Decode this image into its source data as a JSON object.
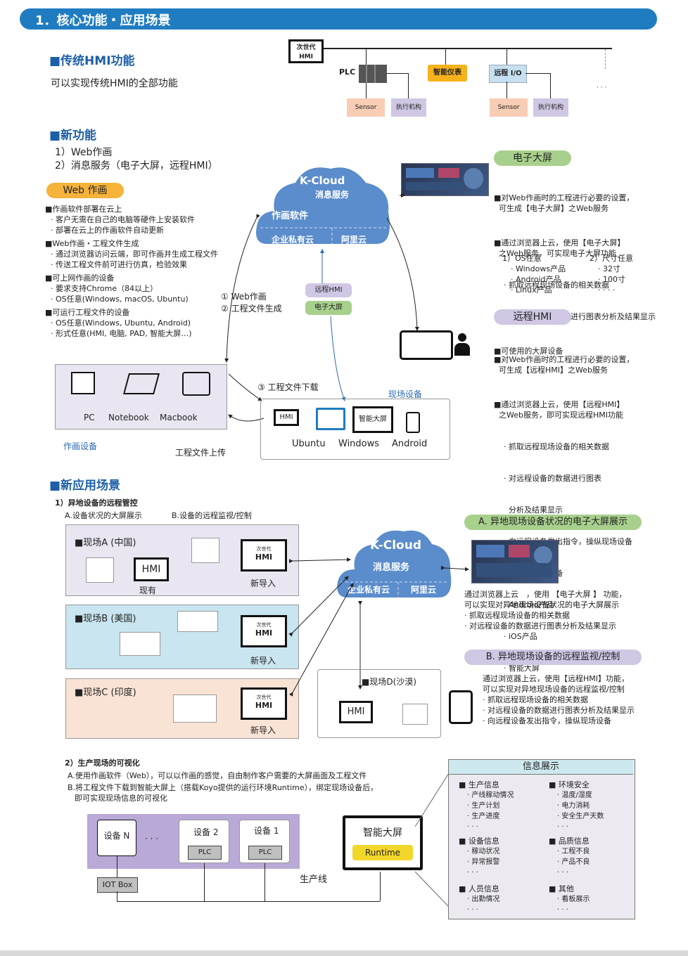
{
  "header": {
    "title": "1．核心功能・应用场景"
  },
  "traditional": {
    "title": "■传统HMI功能",
    "desc": "可以实现传统HMI的全部功能",
    "hmi_label": "次世代\nHMI",
    "plc": "PLC",
    "smart_meter": "智能仪表",
    "remote_io": "远程 I/O",
    "sensor1": "Sensor",
    "actuator1": "执行机构",
    "sensor2": "Sensor",
    "actuator2": "执行机构",
    "dots": "· · ·"
  },
  "newfunc": {
    "title": "■新功能",
    "item1": "1）Web作画",
    "item2": "2）消息服务（电子大屏，远程HMI）",
    "web_pill": "Web 作画",
    "g1_title": "■作画软件部署在云上",
    "g1": [
      "· 客户无需在自己的电脑等硬件上安装软件",
      "· 部署在云上的作画软件自动更新"
    ],
    "g2_title": "■Web作画・工程文件生成",
    "g2": [
      "· 通过浏览器访问云端，即可作画并生成工程文件",
      "· 传送工程文件前可进行仿真，检验效果"
    ],
    "g3_title": "■可上网作画的设备",
    "g3": [
      "· 要求支持Chrome（84以上）",
      "· OS任意(Windows, macOS, Ubuntu)"
    ],
    "g4_title": "■可运行工程文件的设备",
    "g4": [
      "· OS任意(Windows, Ubuntu, Android)",
      "· 形式任意(HMI, 电脑, PAD, 智能大屏…)"
    ],
    "cloud_title": "K-Cloud",
    "cloud_sub": "消息服务",
    "cloud_soft": "作画软件",
    "cloud_priv": "企业私有云",
    "cloud_ali": "阿里云",
    "step1": "① Web作画",
    "step2": "② 工程文件生成",
    "step3": "③ 工程文件下载",
    "upload": "工程文件上传",
    "tag_remote": "远程HMI",
    "tag_screen": "电子大屏",
    "pc": "PC",
    "notebook": "Notebook",
    "macbook": "Macbook",
    "draw_dev": "作画设备",
    "field_dev": "现场设备",
    "f_hmi": "HMI",
    "f_screen": "智能大屏",
    "ubuntu": "Ubuntu",
    "windows": "Windows",
    "android": "Android"
  },
  "screen_panel": {
    "pill": "电子大屏",
    "p1": "■对Web作画时的工程进行必要的设置，\n  可生成【电子大屏】之Web服务",
    "p2": "■通过浏览器上云，使用【电子大屏】\n  之Web服务，可实现电子大屏功能",
    "p2a": "· 抓取远程现场设备的相关数据",
    "p2b": "· 对远程设备的数据进行图表分析及结果显示",
    "p3": "■可使用的大屏设备",
    "os_t": "1）OS任意",
    "os": [
      "· Windows产品",
      "· Android产品",
      "· Linux产品"
    ],
    "sz_t": "2）尺寸任意",
    "sz": [
      "· 32寸",
      "· 100寸",
      "· · · ·"
    ]
  },
  "remote_panel": {
    "pill": "远程HMI",
    "p1": "■对Web作画时的工程进行必要的设置，\n  可生成【远程HMI】之Web服务",
    "p2": "■通过浏览器上云，使用【远程HMI】\n  之Web服务，即可实现远程HMI功能",
    "items": [
      "· 抓取远程现场设备的相关数据",
      "· 对远程设备的数据进行图表",
      "  分析及结果显示",
      "· 向远程设备发出指令，操纵现场设备"
    ],
    "p3": "■可使用的移动设备",
    "mobile": [
      "· Android产品",
      "· iOS产品",
      "· 智能大屏"
    ]
  },
  "scenes": {
    "title": "■新应用场景",
    "s1": "1）异地设备的远程管控",
    "s1a": "A.设备状况的大屏展示",
    "s1b": "B.设备的远程监视/控制",
    "siteA": "■现场A (中国)",
    "siteB": "■现场B (美国)",
    "siteC": "■现场C (印度)",
    "siteD": "■现场D(沙漠)",
    "hmi": "HMI",
    "existing": "现有",
    "new": "新导入",
    "nextgen": "次世代",
    "cloud_title": "K-Cloud",
    "cloud_sub": "消息服务",
    "cloud_priv": "企业私有云",
    "cloud_ali": "阿里云",
    "a_pill": "A. 异地现场设备状况的电子大屏展示",
    "a_text": [
      "通过浏览器上云　，使用 【电子大屏 】 功能，",
      "可以实现对异地现场设备状况的电子大屏展示",
      "· 抓取远程现场设备的相关数据",
      "· 对远程设备的数据进行图表分析及结果显示"
    ],
    "b_pill": "B. 异地现场设备的远程监视/控制",
    "b_text": [
      "通过浏览器上云，使用【远程HMI】功能，",
      "可以实现对异地现场设备的远程监视/控制",
      "· 抓取远程现场设备的相关数据",
      "· 对远程设备的数据进行图表分析及结果显示",
      "· 向远程设备发出指令，操纵现场设备"
    ]
  },
  "viz": {
    "s2": "2）生产现场的可视化",
    "a": "A.使用作画软件（Web），可以以作画的感觉，自由制作客户需要的大屏画面及工程文件",
    "b1": "B.将工程文件下载到智能大屏上（搭载Koyo提供的运行环境Runtime），绑定现场设备后，",
    "b2": "即可实现现场信息的可视化",
    "devN": "设备 N",
    "dev2": "设备 2",
    "dev1": "设备 1",
    "plc": "PLC",
    "dots": "· · ·",
    "iot": "IOT Box",
    "line": "生产线",
    "screen": "智能大屏",
    "runtime": "Runtime",
    "info_title": "信息展示",
    "info": [
      {
        "t": "■ 生产信息",
        "items": [
          "· 产线稼动情况",
          "· 生产计划",
          "· 生产进度",
          "· · ·"
        ]
      },
      {
        "t": "■ 环境安全",
        "items": [
          "· 温度/湿度",
          "· 电力消耗",
          "· 安全生产天数",
          "· · ·"
        ]
      },
      {
        "t": "■ 设备信息",
        "items": [
          "· 稼动状况",
          "· 异常报警",
          "· · ·"
        ]
      },
      {
        "t": "■ 品质信息",
        "items": [
          "· 工程不良",
          "· 产品不良",
          "· · ·"
        ]
      },
      {
        "t": "■ 人员信息",
        "items": [
          "· 出勤情况",
          "· · ·"
        ]
      },
      {
        "t": "■ 其他",
        "items": [
          "· 看板展示",
          "· · ·"
        ]
      }
    ]
  }
}
